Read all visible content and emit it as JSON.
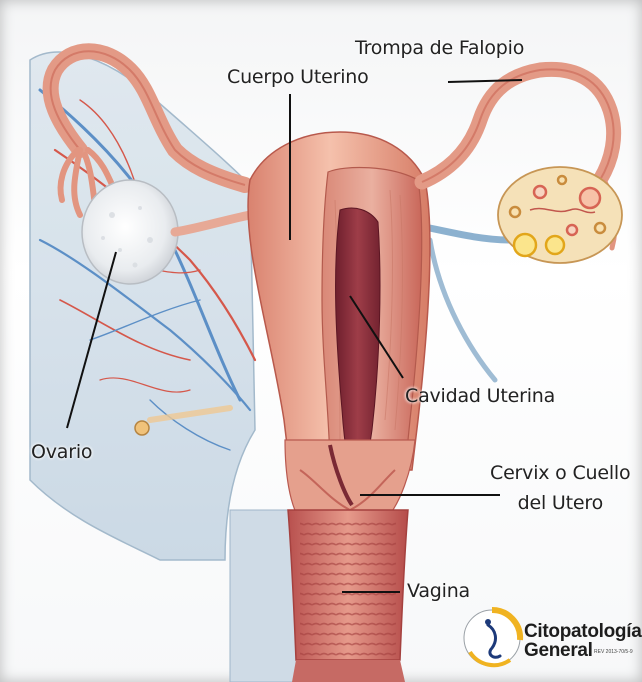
{
  "labels": {
    "trompa": "Trompa de Falopio",
    "cuerpo": "Cuerpo Uterino",
    "cavidad": "Cavidad Uterina",
    "ovario": "Ovario",
    "cervix_line1": "Cervix o Cuello",
    "cervix_line2": "del Utero",
    "vagina": "Vagina"
  },
  "logo": {
    "line1": "Citopatología",
    "line2": "General",
    "small": "REV 2013-70/5-9"
  },
  "colors": {
    "uterus": "#e9a58e",
    "uterus_dark": "#c6635a",
    "cavity": "#8a2f3a",
    "ligament": "#d8e4ec",
    "vein": "#5c8fc6",
    "artery": "#d5584b",
    "ovary": "#eef0f2",
    "logo_yellow": "#f0b321",
    "label": "#222222"
  }
}
